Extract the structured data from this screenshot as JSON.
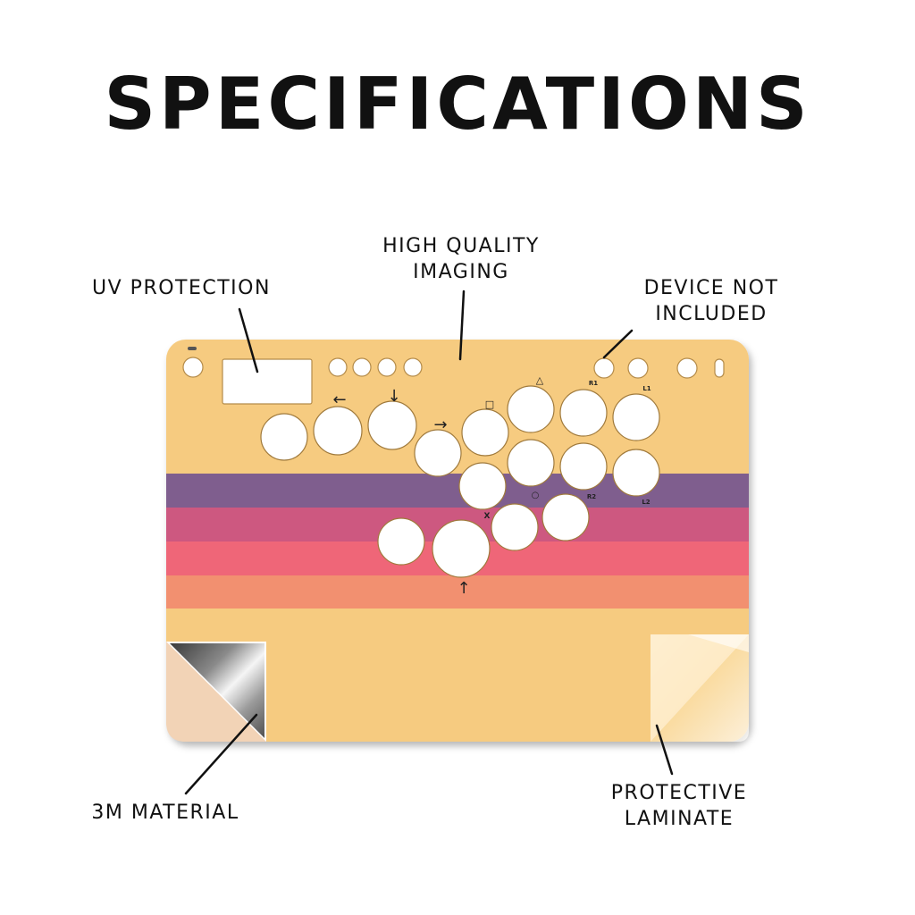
{
  "title": "SPECIFICATIONS",
  "callouts": {
    "uv_protection": "UV PROTECTION",
    "imaging_line1": "HIGH QUALITY",
    "imaging_line2": "IMAGING",
    "device_line1": "DEVICE NOT",
    "device_line2": "INCLUDED",
    "material": "3M MATERIAL",
    "laminate_line1": "PROTECTIVE",
    "laminate_line2": "LAMINATE"
  },
  "button_labels": {
    "left_arrow": "←",
    "down_arrow": "↓",
    "right_arrow": "→",
    "up_arrow": "↑",
    "square": "□",
    "triangle": "△",
    "circle": "○",
    "cross": "X",
    "r1": "R1",
    "l1": "L1",
    "r2": "R2",
    "l2": "L2"
  },
  "colors": {
    "panel": "#f6cb80",
    "stripe_purple": "#7f5e8e",
    "stripe_magenta": "#cd5880",
    "stripe_pink": "#ef6678",
    "stripe_orange": "#f29070",
    "peel_backing": "#f2d3b6",
    "text": "#111111"
  },
  "icons": [
    "peeling-corner-icon",
    "protective-film-icon"
  ]
}
